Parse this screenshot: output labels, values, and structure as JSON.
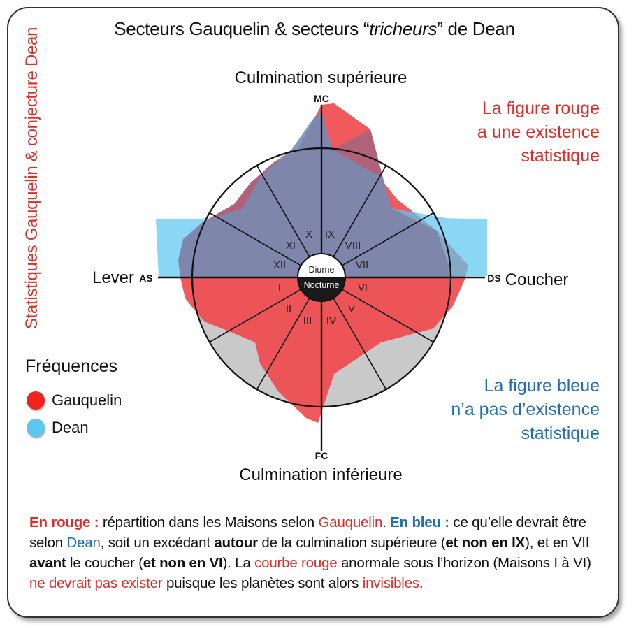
{
  "title": {
    "pre": "Secteurs Gauquelin & secteurs “",
    "italic": "tricheurs",
    "post": "” de Dean"
  },
  "side_label": "Statistiques Gauquelin & conjecture Dean",
  "labels": {
    "top": "Culmination supérieure",
    "bottom": "Culmination inférieure",
    "left": "Lever",
    "right": "Coucher",
    "mc": "MC",
    "fc": "FC",
    "as": "AS",
    "ds": "DS",
    "diurne": "Diurne",
    "nocturne": "Nocturne"
  },
  "houses": [
    "I",
    "II",
    "III",
    "IV",
    "V",
    "VI",
    "VII",
    "VIII",
    "IX",
    "X",
    "XI",
    "XII"
  ],
  "note_red": [
    "La figure rouge",
    "a une existence",
    "statistique"
  ],
  "note_blue": [
    "La figure bleue",
    "n’a pas d’existence",
    "statistique"
  ],
  "legend": {
    "title": "Fréquences",
    "items": [
      {
        "label": "Gauquelin",
        "color": "#f0241c"
      },
      {
        "label": "Dean",
        "color": "#5bc8f0"
      }
    ]
  },
  "caption": {
    "s1": "En rouge :",
    "s2": " répartition dans les Maisons selon ",
    "s3": "Gauquelin",
    "s4": ". ",
    "s5": "En bleu :",
    "s6": " ce qu’elle devrait être selon ",
    "s7": "Dean",
    "s8": ", soit un excédant ",
    "s9": "autour",
    "s10": " de la culmination supérieure (",
    "s11": "et non en IX",
    "s12": "), et en VII ",
    "s13": "avant",
    "s14": " le coucher (",
    "s15": "et non en VI",
    "s16": "). La ",
    "s17": "courbe rouge",
    "s18": " anormale sous l’horizon (Maisons I à VI) ",
    "s19": "ne devrait pas exister",
    "s20": " puisque les planètes sont alors ",
    "s21": "invisibles",
    "s22": "."
  },
  "colors": {
    "red_fill": "#f0474a",
    "blue_fill": "#5bc8f0",
    "grey_fill": "#c8c8c8",
    "accent_red": "#e02a26",
    "accent_blue": "#1f6fb5"
  }
}
